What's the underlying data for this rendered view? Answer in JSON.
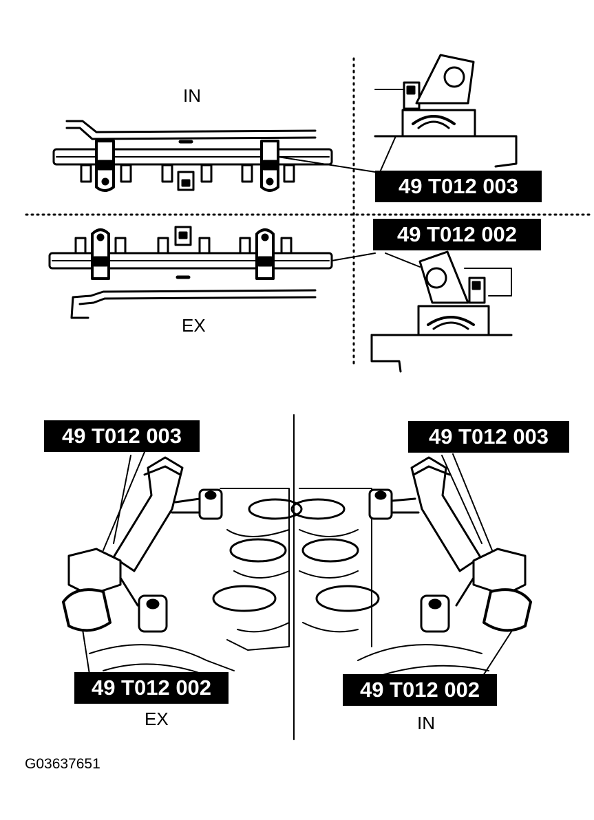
{
  "top": {
    "label_in": "IN",
    "label_ex": "EX",
    "tag_upper": "49 T012 003",
    "tag_lower": "49 T012 002"
  },
  "bottom_left": {
    "tag_upper": "49 T012 003",
    "tag_lower": "49 T012 002",
    "side_label": "EX"
  },
  "bottom_right": {
    "tag_upper": "49 T012 003",
    "tag_lower": "49 T012 002",
    "side_label": "IN"
  },
  "figure_id": "G03637651"
}
